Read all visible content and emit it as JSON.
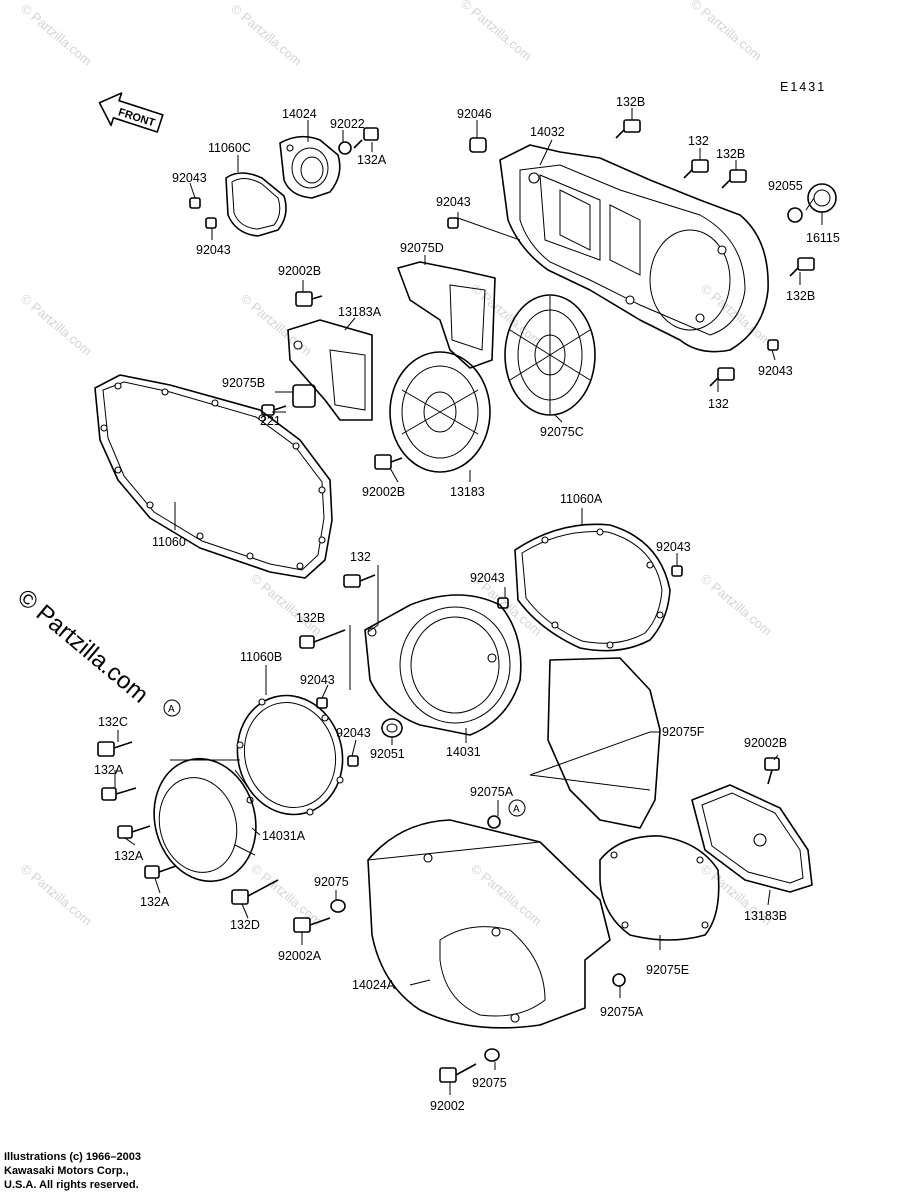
{
  "diagram_code": "E1431",
  "front_badge": "FRONT",
  "watermark": "© Partzilla.com",
  "callout_letter": "A",
  "labels": {
    "l14024": "14024",
    "l92022": "92022",
    "l132A_top": "132A",
    "l11060C": "11060C",
    "l92043_a": "92043",
    "l92043_b": "92043",
    "l92046": "92046",
    "l14032": "14032",
    "l132B_a": "132B",
    "l132_a": "132",
    "l132B_b": "132B",
    "l92055": "92055",
    "l16115": "16115",
    "l132B_c": "132B",
    "l92043_c": "92043",
    "l92043_d": "92043",
    "l132_b": "132",
    "l92075D": "92075D",
    "l92002B_a": "92002B",
    "l13183A": "13183A",
    "l92075B": "92075B",
    "l221": "221",
    "l92002B_b": "92002B",
    "l13183": "13183",
    "l92075C": "92075C",
    "l11060": "11060",
    "l11060A": "11060A",
    "l92043_e": "92043",
    "l92043_f": "92043",
    "l132_c": "132",
    "l132B_d": "132B",
    "l11060B": "11060B",
    "l92043_g": "92043",
    "l92043_h": "92043",
    "l92051": "92051",
    "l14031": "14031",
    "l92075F": "92075F",
    "l132C": "132C",
    "l132A_a": "132A",
    "l14031A": "14031A",
    "l132A_b": "132A",
    "l132A_c": "132A",
    "l132D": "132D",
    "l92002B_c": "92002B",
    "l92075A_a": "92075A",
    "l92075": "92075",
    "l92002A": "92002A",
    "l13183B": "13183B",
    "l14024A": "14024A",
    "l92075E": "92075E",
    "l92075A_b": "92075A",
    "l92075_b": "92075",
    "l92002": "92002"
  },
  "copyright": {
    "line1": "Illustrations (c) 1966–2003",
    "line2": "Kawasaki Motors Corp.,",
    "line3": "U.S.A.  All rights reserved."
  }
}
